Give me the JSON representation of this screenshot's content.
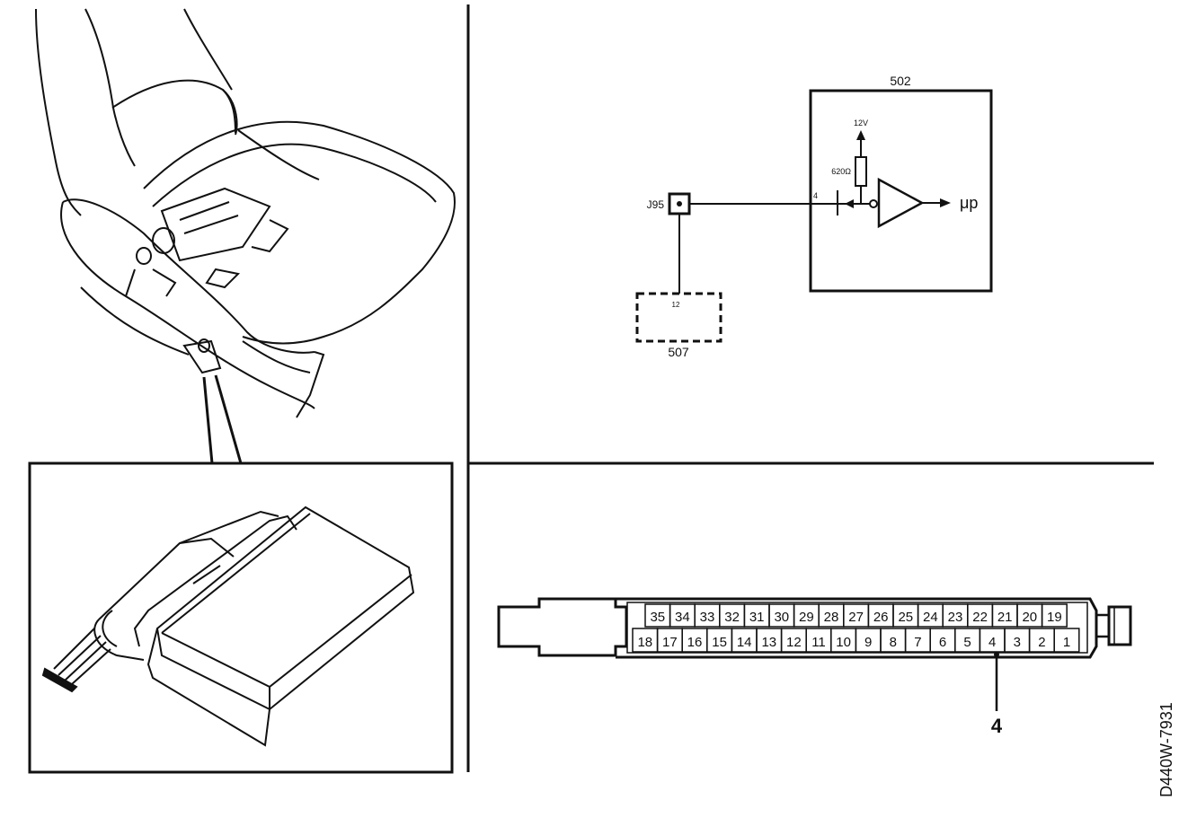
{
  "schematic": {
    "module_502": "502",
    "voltage": "12V",
    "resistor": "620Ω",
    "pin_number": "4",
    "output": "μp",
    "connector": "J95",
    "module_507_pin": "12",
    "module_507": "507"
  },
  "connector_block": {
    "top_row": [
      "35",
      "34",
      "33",
      "32",
      "31",
      "30",
      "29",
      "28",
      "27",
      "26",
      "25",
      "24",
      "23",
      "22",
      "21",
      "20",
      "19"
    ],
    "bottom_row": [
      "18",
      "17",
      "16",
      "15",
      "14",
      "13",
      "12",
      "11",
      "10",
      "9",
      "8",
      "7",
      "6",
      "5",
      "4",
      "3",
      "2",
      "1"
    ],
    "callout": "4"
  },
  "figure_code": "D440W-7931"
}
